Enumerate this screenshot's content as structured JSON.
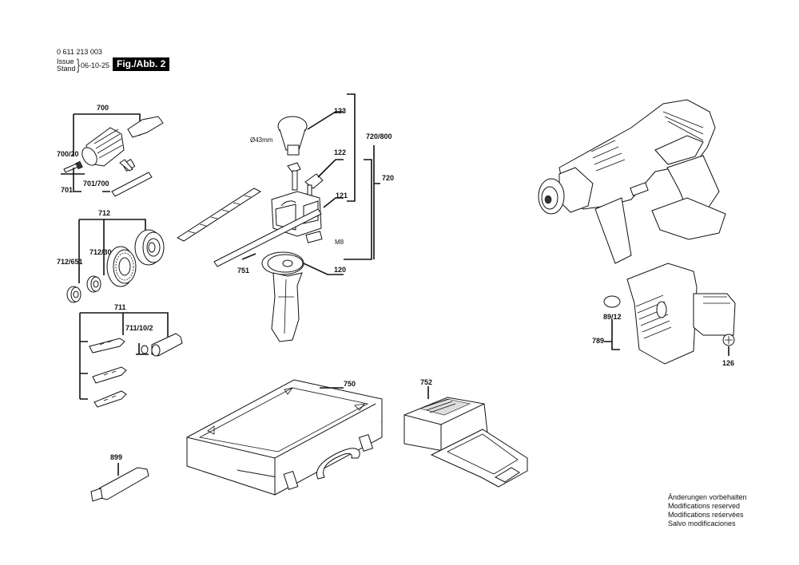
{
  "header": {
    "part_number": "0 611 213 003",
    "issue_label": "Issue",
    "stand_label": "Stand",
    "issue_date": "06-10-25",
    "figure_label": "Fig./Abb. 2"
  },
  "callouts": {
    "c700": "700",
    "c700_20": "700/20",
    "c701": "701",
    "c701_700": "701/700",
    "c712": "712",
    "c712_30": "712/30",
    "c712_651": "712/651",
    "c711": "711",
    "c711_10_2": "711/10/2",
    "c123": "123",
    "c122": "122",
    "c121": "121",
    "c720_800": "720/800",
    "c720": "720",
    "cM8": "M8",
    "c751": "751",
    "c120": "120",
    "c89_12": "89/12",
    "c789": "789",
    "c126": "126",
    "c750": "750",
    "c752": "752",
    "c899": "899",
    "dim_43": "Ø43mm"
  },
  "notes": [
    "Änderungen vorbehalten",
    "Modifications reserved",
    "Modifications reśervées",
    "Salvo modificaciones"
  ]
}
